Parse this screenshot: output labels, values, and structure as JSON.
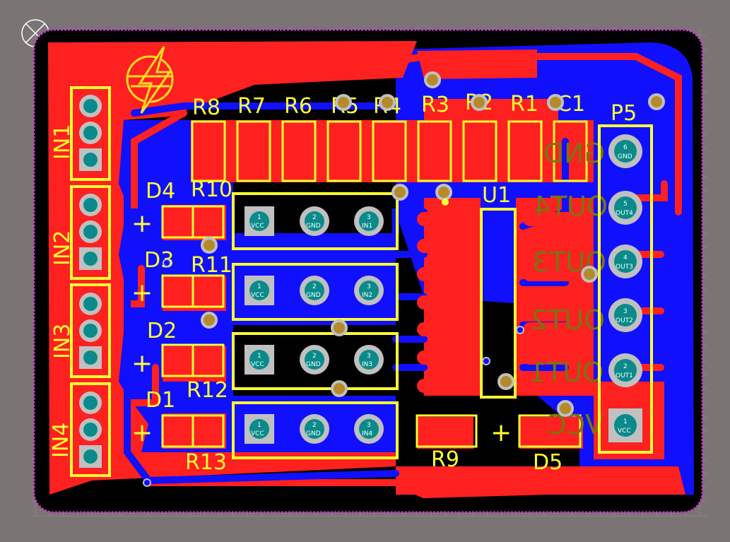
{
  "board": {
    "colors": {
      "background": "#7a7574",
      "top_copper": "#ff2020",
      "bottom_copper": "#1010ff",
      "silkscreen": "#ffff33",
      "board_outline": "#c040c0",
      "pad": "#0a8a8a",
      "pad_ring": "#c0c0c0",
      "bottom_silk": "#7a7410",
      "via": "#b48a2a"
    }
  },
  "connectors": {
    "in1": "IN1",
    "in2": "IN2",
    "in3": "IN3",
    "in4": "IN4"
  },
  "resistors": {
    "r1": "R1",
    "r2": "R2",
    "r3": "R3",
    "r4": "R4",
    "r5": "R5",
    "r6": "R6",
    "r7": "R7",
    "r8": "R8",
    "r9": "R9",
    "r10": "R10",
    "r11": "R11",
    "r12": "R12",
    "r13": "R13"
  },
  "capacitors": {
    "c1": "C1"
  },
  "diodes": {
    "d1": "D1",
    "d2": "D2",
    "d3": "D3",
    "d4": "D4",
    "d5": "D5"
  },
  "ic": {
    "u1": "U1"
  },
  "header": {
    "p5": "P5",
    "pins": [
      {
        "num": "6",
        "name": "GND"
      },
      {
        "num": "5",
        "name": "OUT4"
      },
      {
        "num": "4",
        "name": "OUT3"
      },
      {
        "num": "3",
        "name": "OUT2"
      },
      {
        "num": "2",
        "name": "OUT1"
      },
      {
        "num": "1",
        "name": "VCC"
      }
    ]
  },
  "bottom_labels": {
    "gnd": "GND",
    "out4": "OUT4",
    "out3": "OUT3",
    "out2": "OUT2",
    "out1": "OUT1",
    "vcc": "VCC"
  },
  "sensor_rows": [
    {
      "p1_num": "1",
      "p1_name": "VCC",
      "p2_num": "2",
      "p2_name": "GND",
      "p3_num": "3",
      "p3_name": "IN1"
    },
    {
      "p1_num": "1",
      "p1_name": "VCC",
      "p2_num": "2",
      "p2_name": "GND",
      "p3_num": "3",
      "p3_name": "IN2"
    },
    {
      "p1_num": "1",
      "p1_name": "VCC",
      "p2_num": "2",
      "p2_name": "GND",
      "p3_num": "3",
      "p3_name": "IN3"
    },
    {
      "p1_num": "1",
      "p1_name": "VCC",
      "p2_num": "2",
      "p2_name": "GND",
      "p3_num": "3",
      "p3_name": "IN4"
    }
  ],
  "plus_sign": "+"
}
